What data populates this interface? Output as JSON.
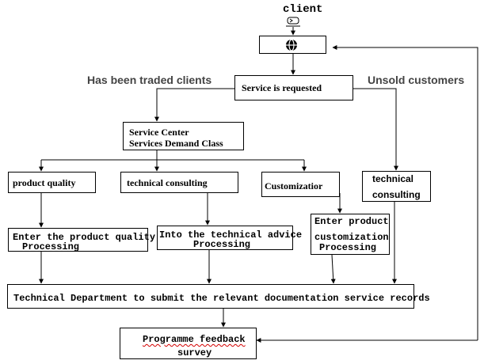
{
  "diagram": {
    "client_label": "client",
    "branch_traded": "Has been traded clients",
    "branch_unsold": "Unsold customers",
    "nodes": {
      "service_requested": "Service is requested",
      "service_center_line1": "Service Center",
      "service_center_line2": "Services Demand Class",
      "product_quality": "product quality",
      "technical_consulting_a": "technical consulting",
      "customization": "Customizatior",
      "technical_consulting_b_line1": "technical",
      "technical_consulting_b_line2": "consulting",
      "enter_quality_line1": "Enter the product quality",
      "enter_quality_line2": "Processing",
      "into_advice_line1": "Into the technical advice",
      "into_advice_line2": "Processing",
      "enter_custom_line1": "Enter product",
      "enter_custom_line2": "customization",
      "enter_custom_line3": "Processing",
      "tech_department": "Technical Department to submit the relevant documentation service records",
      "feedback_line1": "Programme feedback",
      "feedback_line2": "survey"
    },
    "icons": {
      "client": "client-computer-icon",
      "globe": "globe-icon"
    }
  }
}
